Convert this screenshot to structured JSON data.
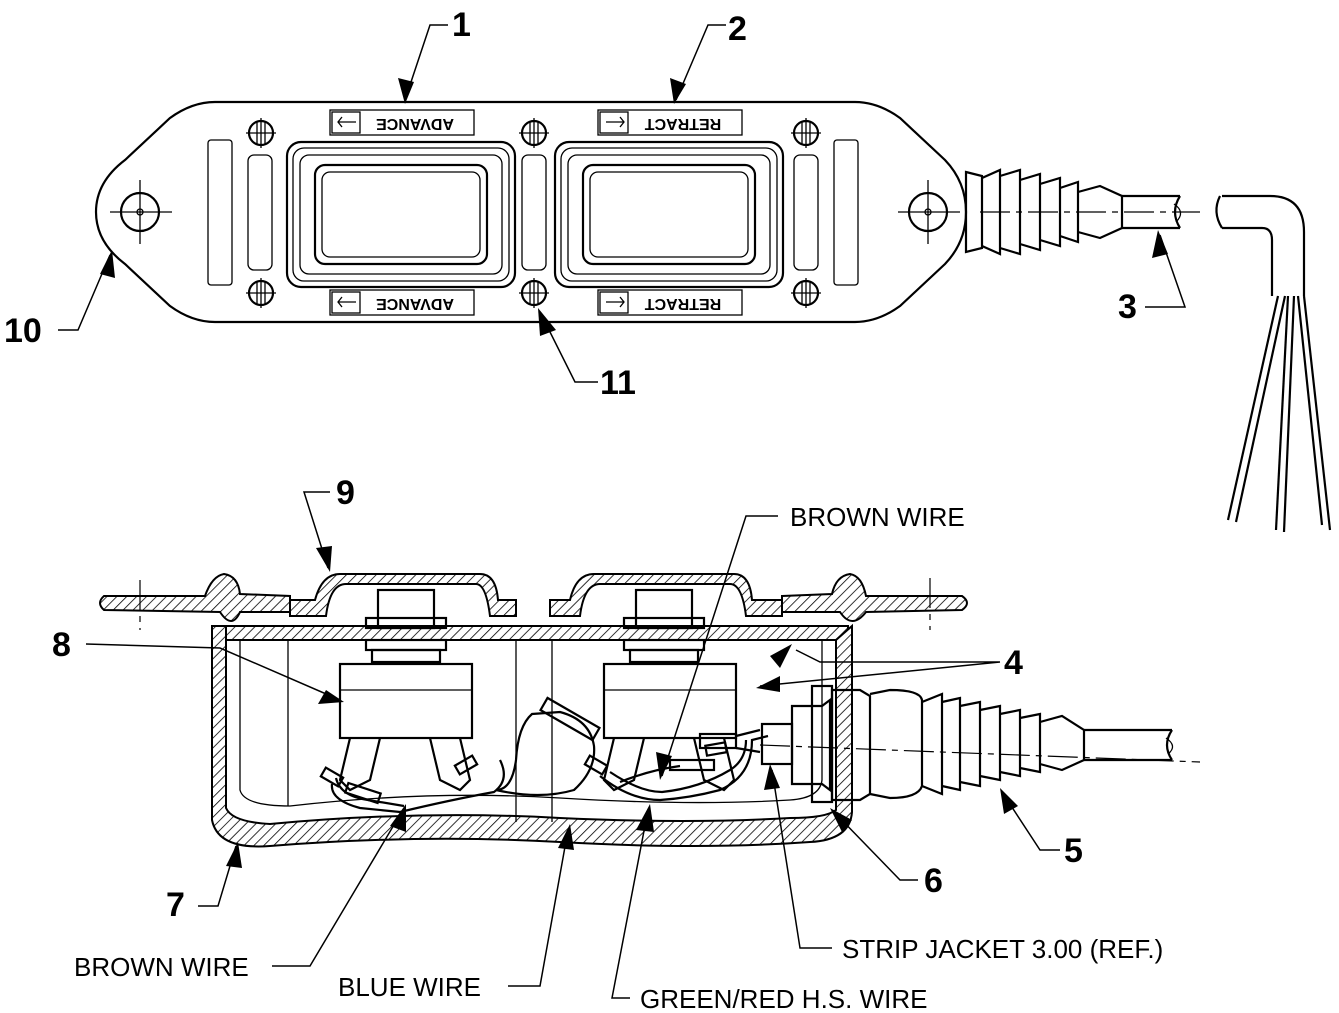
{
  "callouts": {
    "c1": "1",
    "c2": "2",
    "c3": "3",
    "c4": "4",
    "c5": "5",
    "c6": "6",
    "c7": "7",
    "c8": "8",
    "c9": "9",
    "c10": "10",
    "c11": "11"
  },
  "plate_labels": {
    "advance_top": "ADVANCE",
    "retract_top": "RETRACT",
    "advance_bottom": "ADVANCE",
    "retract_bottom": "RETRACT"
  },
  "wire_labels": {
    "brown_wire_top": "BROWN WIRE",
    "brown_wire_bottom": "BROWN WIRE",
    "blue_wire": "BLUE WIRE",
    "green_red_wire": "GREEN/RED H.S. WIRE",
    "strip_jacket": "STRIP JACKET 3.00 (REF.)"
  }
}
